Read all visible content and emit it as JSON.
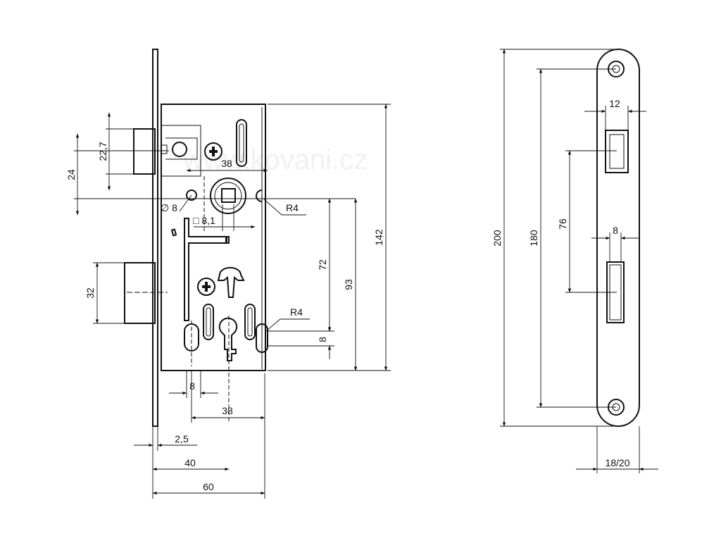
{
  "drawing": {
    "watermark": "www.kovani.cz",
    "dimensions": {
      "latch_height": "22,7",
      "latch_offset": "24",
      "handle_hole_to_edge": "38",
      "pin_diameter": "∅ 8",
      "spindle_square": "□ 8,1",
      "front_radius_top": "R4",
      "front_radius_bottom": "R4",
      "lock_case_height": "142",
      "center_distance_total": "93",
      "center_distance": "72",
      "bolt_height": "32",
      "slot_width": "8",
      "slot_offset": "8",
      "keyhole_to_edge": "38",
      "faceplate_thickness": "2,5",
      "backset": "40",
      "case_depth": "60",
      "faceplate_length": "200",
      "screw_distance": "180",
      "latch_to_bolt": "76",
      "latch_width": "12",
      "bolt_width": "8",
      "faceplate_width": "18/20"
    }
  }
}
